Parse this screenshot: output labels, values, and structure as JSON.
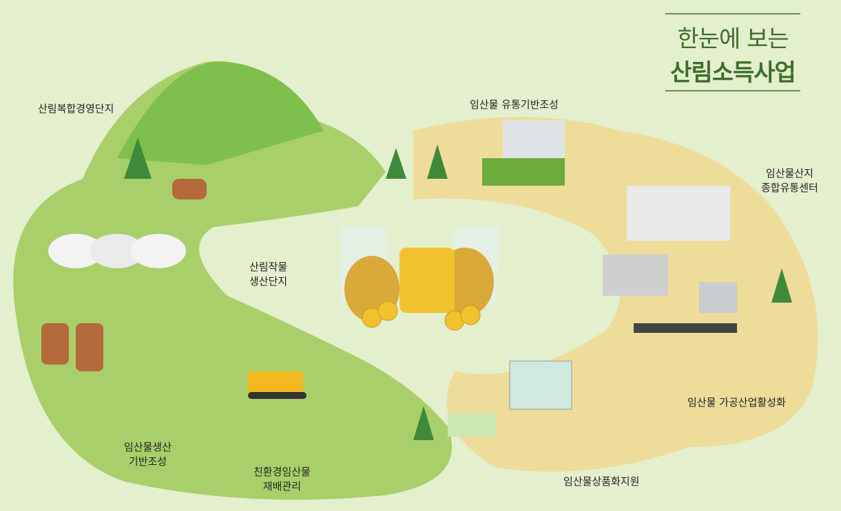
{
  "title": {
    "line1": "한눈에 보는",
    "line2": "산림소득사업"
  },
  "labels": {
    "complex": "산림복합경영단지",
    "distribution": "임산물 유통기반조성",
    "center": "임산물산지\n종합유통센터",
    "crop": "산림작물\n생산단지",
    "processing": "임산물 가공산업활성화",
    "production": "임산물생산\n기반조성",
    "eco": "친환경임산물\n재배관리",
    "commercial": "임산물상품화지원"
  },
  "colors": {
    "background": "#e4efcd",
    "title": "#3d6e2a",
    "land_green": "#a9cf6a",
    "land_yellow": "#eedc9a",
    "coin": "#f2c22e"
  }
}
